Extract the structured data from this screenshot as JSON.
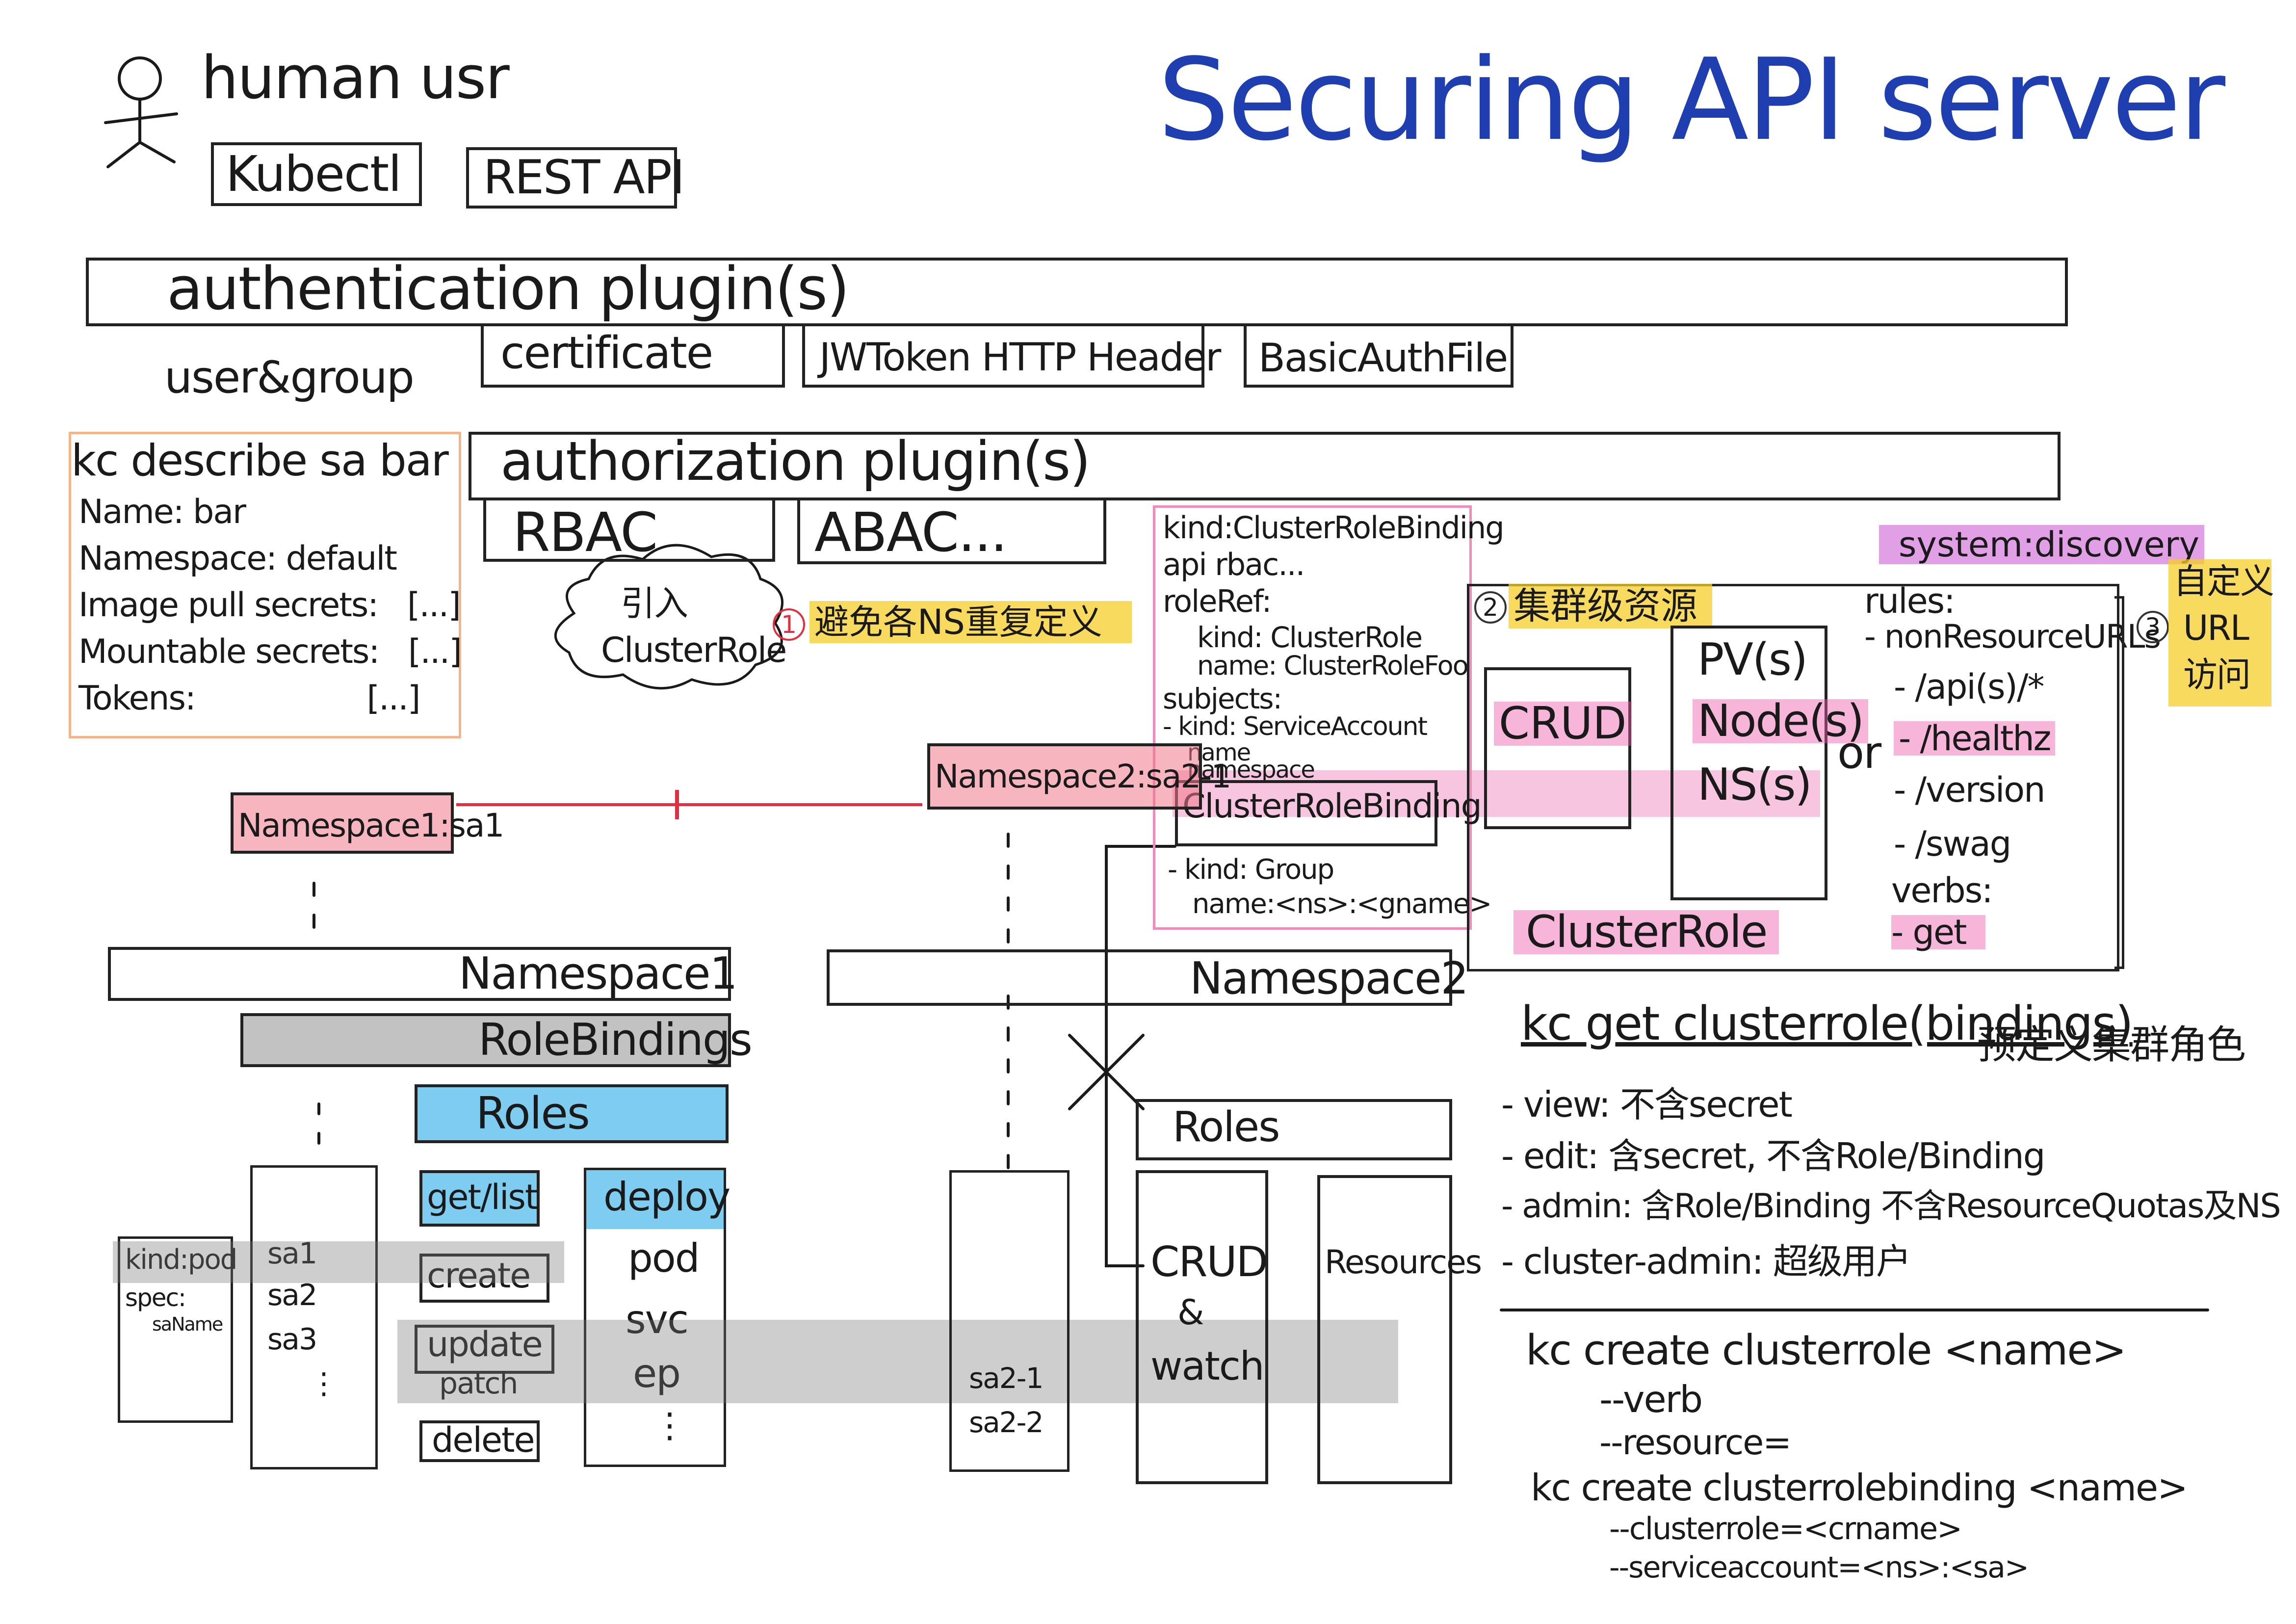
{
  "title": "Securing API server",
  "human": {
    "label": "human usr",
    "clients": [
      "Kubectl",
      "REST API"
    ]
  },
  "authentication": {
    "title": "authentication plugin(s)",
    "side_label": "user&group",
    "methods": [
      "certificate",
      "JWToken HTTP Header",
      "BasicAuthFile"
    ]
  },
  "sa_describe": {
    "command": "kc describe sa bar",
    "fields": [
      {
        "key": "Name:",
        "value": "bar"
      },
      {
        "key": "Namespace:",
        "value": "default"
      },
      {
        "key": "Image pull secrets:",
        "value": "[...]"
      },
      {
        "key": "Mountable secrets:",
        "value": "[...]"
      },
      {
        "key": "Tokens:",
        "value": "[...]"
      }
    ]
  },
  "authorization": {
    "title": "authorization plugin(s)",
    "methods": [
      "RBAC",
      "ABAC..."
    ],
    "cloud_text": [
      "引入",
      "ClusterRole"
    ],
    "note1_num": "1",
    "note1": "避免各NS重复定义"
  },
  "crb_yaml": [
    "kind:ClusterRoleBinding",
    "api rbac...",
    "roleRef:",
    "  kind: ClusterRole",
    "  name: ClusterRoleFoo",
    "subjects:",
    "- kind: ServiceAccount",
    "  name",
    "  namespace"
  ],
  "crb_group": [
    "- kind: Group",
    "  name:<ns>:<gname>"
  ],
  "crb_label": "ClusterRoleBinding",
  "cluster_section": {
    "note2_num": "2",
    "note2": "集群级资源",
    "crud": "CRUD",
    "resources": [
      "PV(s)",
      "Node(s)",
      "NS(s)"
    ],
    "cluster_role": "ClusterRole",
    "or": "or"
  },
  "discovery": {
    "title": "system:discovery",
    "rules": "rules:",
    "nonres": "- nonResourceURLs",
    "urls": [
      "- /api(s)/*",
      "- /healthz",
      "- /version",
      "- /swag"
    ],
    "verbs": "verbs:",
    "verb": "- get",
    "note3_num": "3",
    "note3": [
      "自定义",
      "URL",
      "访问"
    ]
  },
  "namespaces": {
    "ns1_sa": "Namespace1:sa1",
    "ns2_sa": "Namespace2:sa2-1",
    "ns1": "Namespace1",
    "ns2": "Namespace2",
    "role_bindings": "RoleBindings",
    "roles": "Roles",
    "roles2": "Roles"
  },
  "pod_spec": [
    "kind:pod",
    "spec:",
    "saName"
  ],
  "sa_list": [
    "sa1",
    "sa2",
    "sa3",
    "⋮"
  ],
  "verbs_list": [
    "get/list",
    "create",
    "update",
    "patch",
    "delete"
  ],
  "resources_list": [
    "deploy",
    "pod",
    "svc",
    "ep",
    "⋮"
  ],
  "sa2_list": [
    "sa2-1",
    "sa2-2"
  ],
  "ns2_verbs": [
    "CRUD",
    "&",
    "watch"
  ],
  "ns2_resources": "Resources",
  "predefined": {
    "command": "kc get clusterrole(bindings)",
    "label": "预定义集群角色",
    "items": [
      "- view: 不含secret",
      "- edit: 含secret, 不含Role/Binding",
      "- admin: 含Role/Binding 不含ResourceQuotas及NS",
      "- cluster-admin: 超级用户"
    ]
  },
  "commands": [
    "kc create clusterrole <name>",
    "  --verb",
    "  --resource=",
    "kc create clusterrolebinding <name>",
    "  --clusterrole=<crname>",
    "  --serviceaccount=<ns>:<sa>"
  ],
  "colors": {
    "title_blue": "#1f3fb0",
    "yellow": "#f5cd28",
    "pink": "#ec5aaa",
    "blue": "#28aae6",
    "red": "#e03040",
    "orange_border": "#f2b48a"
  }
}
